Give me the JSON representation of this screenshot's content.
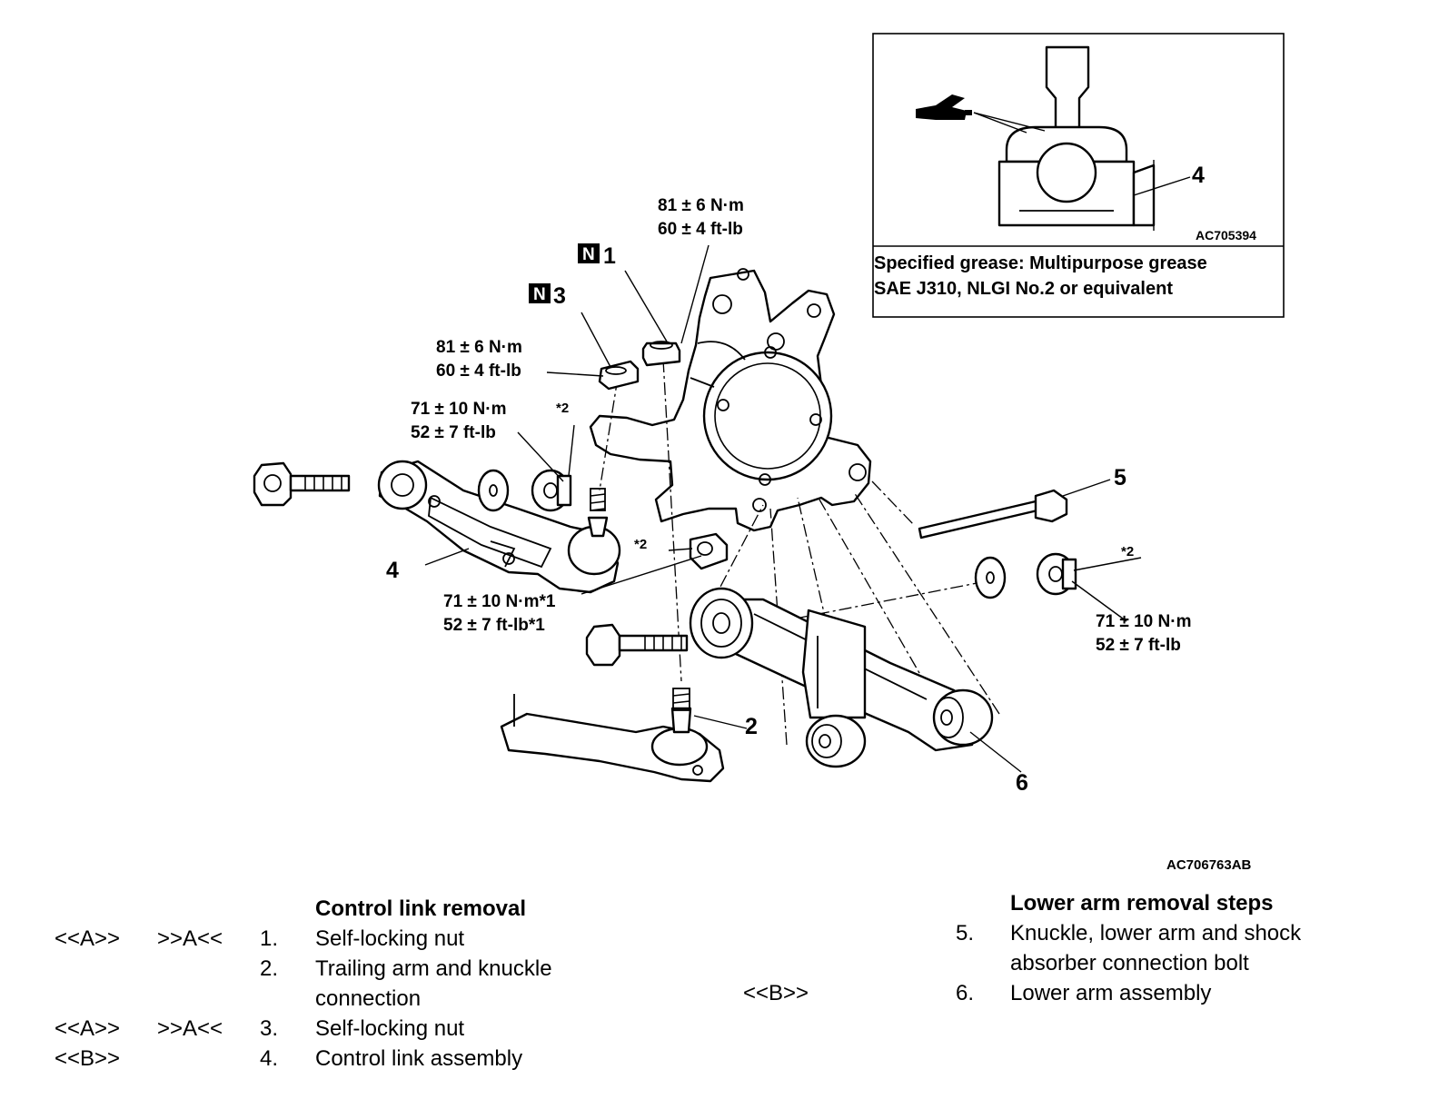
{
  "inset": {
    "code": "AC705394",
    "part_number": "4",
    "caption_line1": "Specified grease: Multipurpose grease",
    "caption_line2": "SAE J310, NLGI No.2 or equivalent"
  },
  "callouts": {
    "p1": "1",
    "p2": "2",
    "p3": "3",
    "p4": "4",
    "p5": "5",
    "p6": "6",
    "n_badge": "N"
  },
  "torques": {
    "nut1_nm": "81 ± 6 N·m",
    "nut1_ftlb": "60 ± 4 ft-lb",
    "nut3_nm": "81 ± 6 N·m",
    "nut3_ftlb": "60 ± 4 ft-lb",
    "link_nm": "71 ± 10 N·m",
    "link_ftlb": "52 ± 7 ft-lb",
    "lower_nm": "71 ± 10 N·m*1",
    "lower_ftlb": "52 ± 7 ft-lb*1",
    "arm_nm": "71 ± 10 N·m",
    "arm_ftlb": "52 ± 7 ft-lb",
    "star2": "*2"
  },
  "figure_code": "AC706763AB",
  "legend_left": {
    "title": "Control link removal",
    "rows": [
      {
        "a": "<<A>>",
        "b": ">>A<<",
        "n": "1.",
        "text": "Self-locking nut"
      },
      {
        "a": "",
        "b": "",
        "n": "2.",
        "text": "Trailing arm and knuckle"
      },
      {
        "a": "",
        "b": "",
        "n": "",
        "text": "connection"
      },
      {
        "a": "<<A>>",
        "b": ">>A<<",
        "n": "3.",
        "text": "Self-locking nut"
      },
      {
        "a": "<<B>>",
        "b": "",
        "n": "4.",
        "text": "Control link assembly"
      }
    ]
  },
  "legend_right": {
    "title": "Lower arm removal steps",
    "rows": [
      {
        "a": "",
        "n": "5.",
        "text": "Knuckle, lower arm and shock"
      },
      {
        "a": "",
        "n": "",
        "text": "absorber connection bolt"
      },
      {
        "a": "<<B>>",
        "n": "6.",
        "text": "Lower arm assembly"
      }
    ]
  }
}
